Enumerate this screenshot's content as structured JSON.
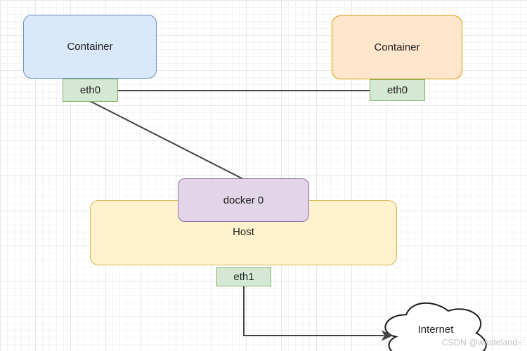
{
  "nodes": {
    "container_left": {
      "label": "Container",
      "fill": "#dae8fc",
      "stroke": "#6c8ebf"
    },
    "container_right": {
      "label": "Container",
      "fill": "#ffe6cc",
      "stroke": "#d79b00"
    },
    "eth0_left": {
      "label": "eth0",
      "fill": "#d5e8d4",
      "stroke": "#82b366"
    },
    "eth0_right": {
      "label": "eth0",
      "fill": "#d5e8d4",
      "stroke": "#82b366"
    },
    "docker0": {
      "label": "docker 0",
      "fill": "#e1d5e7",
      "stroke": "#9673a6"
    },
    "host": {
      "label": "Host",
      "fill": "#fff2cc",
      "stroke": "#d6b656"
    },
    "eth1": {
      "label": "eth1",
      "fill": "#d5e8d4",
      "stroke": "#82b366"
    },
    "internet_cloud": {
      "label": "Internet",
      "fill": "#ffffff",
      "stroke": "#1a1a1a"
    }
  },
  "connectors": {
    "color": "#424242",
    "eth0_left_to_eth0_right": {
      "from": "eth0_left",
      "to": "eth0_right",
      "arrow": "none"
    },
    "eth0_left_to_docker0": {
      "from": "eth0_left",
      "to": "docker0",
      "arrow": "none"
    },
    "eth1_to_internet": {
      "from": "eth1",
      "to": "internet_cloud",
      "arrow": "end"
    }
  },
  "watermark": {
    "text": "CSDN @wasteland~'",
    "color": "#c4c4c4"
  }
}
